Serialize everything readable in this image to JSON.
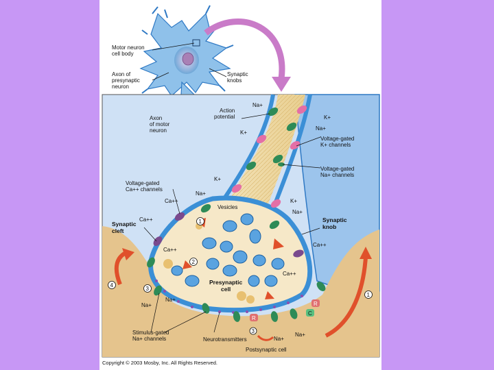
{
  "labels": {
    "motor_neuron_cell_body": [
      "Motor neuron",
      "cell body"
    ],
    "axon_presynaptic": [
      "Axon of",
      "presynaptic",
      "neuron"
    ],
    "synaptic_knobs": [
      "Synaptic",
      "knobs"
    ],
    "axon_motor": [
      "Axon",
      "of motor",
      "neuron"
    ],
    "action_potential": [
      "Action",
      "potential"
    ],
    "na_top": "Na+",
    "k_top": "K+",
    "k_right": "K+",
    "na_right": "Na+",
    "vg_k_channels": [
      "Voltage-gated",
      "K+ channels"
    ],
    "vg_na_channels": [
      "Voltage-gated",
      "Na+ channels"
    ],
    "vg_ca_channels": [
      "Voltage-gated",
      "Ca++ channels"
    ],
    "k_mid": "K+",
    "na_mid": "Na+",
    "ca_1": "Ca++",
    "vesicles": "Vesicles",
    "k_mid2": "K+",
    "na_mid2": "Na+",
    "ca_2": "Ca++",
    "synaptic_cleft": [
      "Synaptic",
      "cleft"
    ],
    "synaptic_knob": [
      "Synaptic",
      "knob"
    ],
    "ca_3": "Ca++",
    "ca_4": "Ca++",
    "ca_5": "Ca++",
    "presynaptic_cell": [
      "Presynaptic",
      "cell"
    ],
    "na_low_left": "Na+",
    "na_low_mid": "Na+",
    "na_bottom": "Na+",
    "na_bottom_right": "Na+",
    "stimulus_gated": [
      "Stimulus-gated",
      "Na+ channels"
    ],
    "neurotransmitters": "Neurotransmitters",
    "postsynaptic_cell": "Postsynaptic cell",
    "copyright": "Copyright © 2003 Mosby, Inc. All Rights Reserved."
  },
  "steps": [
    "1",
    "2",
    "3",
    "4",
    "1"
  ],
  "receptor_letters": [
    "R",
    "R",
    "C"
  ],
  "colors": {
    "background": "#c797f5",
    "membrane_blue": "#3b8fd6",
    "axon_light": "#c9dff3",
    "cytoplasm": "#f6e8c8",
    "tissue": "#e5c48d",
    "channel_green": "#2e8b57",
    "channel_pink": "#e46fa6",
    "channel_purple": "#7a4a8e",
    "arrow_orange": "#e0502b",
    "big_arrow": "#c97bc8"
  }
}
